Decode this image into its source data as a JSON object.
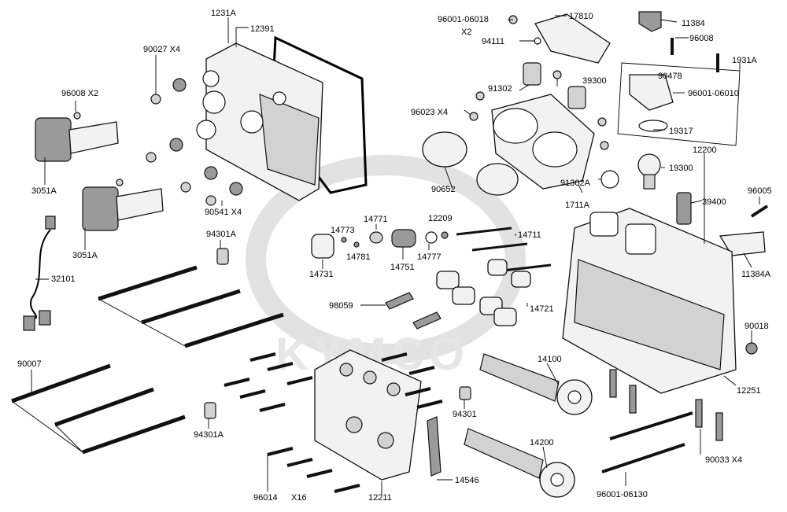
{
  "watermark": "KYMCO",
  "labels": [
    {
      "id": "l1231A",
      "text": "1231A"
    },
    {
      "id": "l12391",
      "text": "12391"
    },
    {
      "id": "l90027",
      "text": "90027 X4"
    },
    {
      "id": "l96008x2",
      "text": "96008  X2"
    },
    {
      "id": "l3051A_a",
      "text": "3051A"
    },
    {
      "id": "l3051A_b",
      "text": "3051A"
    },
    {
      "id": "l90541",
      "text": "90541 X4"
    },
    {
      "id": "l94301A_a",
      "text": "94301A"
    },
    {
      "id": "l32101",
      "text": "32101"
    },
    {
      "id": "l90007",
      "text": "90007"
    },
    {
      "id": "l94301A_b",
      "text": "94301A"
    },
    {
      "id": "l96014",
      "text": "96014"
    },
    {
      "id": "lX16",
      "text": "X16"
    },
    {
      "id": "l12211",
      "text": "12211"
    },
    {
      "id": "l14546",
      "text": "14546"
    },
    {
      "id": "l94301",
      "text": "94301"
    },
    {
      "id": "l14731",
      "text": "14731"
    },
    {
      "id": "l14773",
      "text": "14773"
    },
    {
      "id": "l14781",
      "text": "14781"
    },
    {
      "id": "l14771",
      "text": "14771"
    },
    {
      "id": "l14751",
      "text": "14751"
    },
    {
      "id": "l12209",
      "text": "12209"
    },
    {
      "id": "l14777",
      "text": "14777"
    },
    {
      "id": "l98059",
      "text": "98059"
    },
    {
      "id": "l14711",
      "text": "14711"
    },
    {
      "id": "l14721",
      "text": "14721"
    },
    {
      "id": "l14100",
      "text": "14100"
    },
    {
      "id": "l14200",
      "text": "14200"
    },
    {
      "id": "l96001_06018",
      "text": "96001-06018"
    },
    {
      "id": "lX2",
      "text": "X2"
    },
    {
      "id": "l17810",
      "text": "17810"
    },
    {
      "id": "l94111",
      "text": "94111"
    },
    {
      "id": "l39300",
      "text": "39300"
    },
    {
      "id": "l91302",
      "text": "91302"
    },
    {
      "id": "l96023",
      "text": "96023  X4"
    },
    {
      "id": "l90652",
      "text": "90652"
    },
    {
      "id": "l91302A",
      "text": "91302A"
    },
    {
      "id": "l1711A",
      "text": "1711A"
    },
    {
      "id": "l11384",
      "text": "11384"
    },
    {
      "id": "l96008",
      "text": "96008"
    },
    {
      "id": "l1931A",
      "text": "1931A"
    },
    {
      "id": "l90478",
      "text": "90478"
    },
    {
      "id": "l96001_06010",
      "text": "96001-06010"
    },
    {
      "id": "l19317",
      "text": "19317"
    },
    {
      "id": "l12200",
      "text": "12200"
    },
    {
      "id": "l19300",
      "text": "19300"
    },
    {
      "id": "l39400",
      "text": "39400"
    },
    {
      "id": "l96005",
      "text": "96005"
    },
    {
      "id": "l11384A",
      "text": "11384A"
    },
    {
      "id": "l90018",
      "text": "90018"
    },
    {
      "id": "l12251",
      "text": "12251"
    },
    {
      "id": "l90033",
      "text": "90033  X4"
    },
    {
      "id": "l96001_06130",
      "text": "96001-06130"
    }
  ]
}
